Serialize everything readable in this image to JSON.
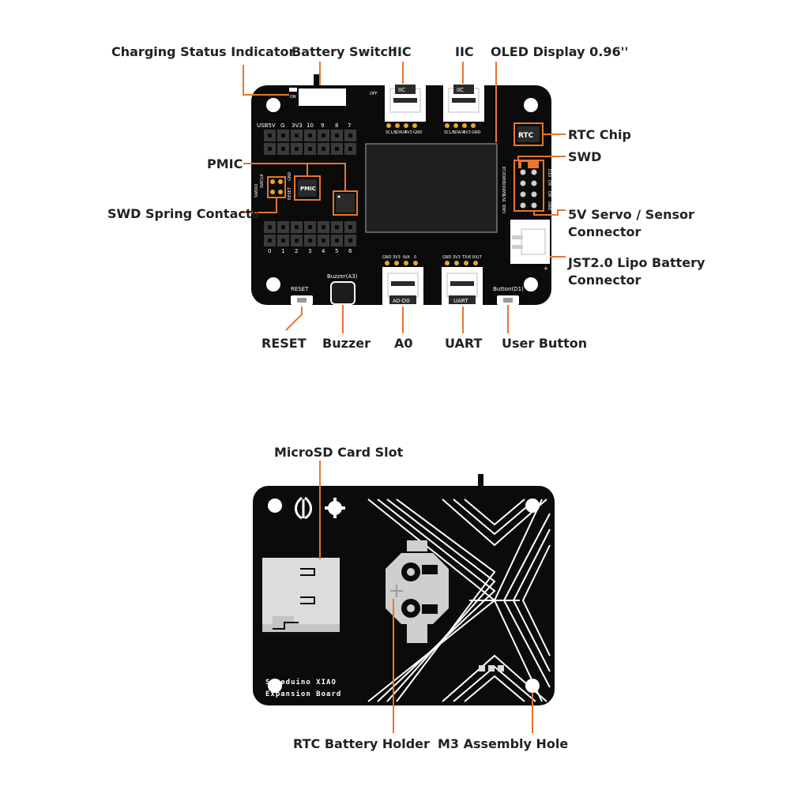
{
  "colors": {
    "accent": "#E8762D",
    "board": "#0B0B0B",
    "silkscreen": "#FFFFFF"
  },
  "front": {
    "labels": {
      "charging_status": "Charging Status Indicator",
      "battery_switch": "Battery Switch",
      "iic_left": "IIC",
      "iic_right": "IIC",
      "oled": "OLED Display 0.96''",
      "rtc_chip": "RTC Chip",
      "swd": "SWD",
      "servo_line1": "5V Servo / Sensor",
      "servo_line2": "Connector",
      "jst_line1": "JST2.0 Lipo Battery",
      "jst_line2": "Connector",
      "pmic": "PMIC",
      "swd_spring": "SWD Spring Contacts",
      "reset": "RESET",
      "buzzer": "Buzzer",
      "a0": "A0",
      "uart": "UART",
      "user_button": "User Button"
    },
    "silk": {
      "on": "ON",
      "off": "OFF",
      "header_top": [
        "USB5V",
        "G",
        "3V3",
        "10",
        "9",
        "8",
        "7"
      ],
      "header_bottom": [
        "0",
        "1",
        "2",
        "3",
        "4",
        "5",
        "6"
      ],
      "iic_tag": "IIC",
      "iic_pins": [
        "SCL/5",
        "SDA/4",
        "3V3",
        "GND"
      ],
      "a0_pins": [
        "GND",
        "3V3",
        "N/A",
        "0"
      ],
      "a0_tag": "A0-D0",
      "uart_pins": [
        "GND",
        "3V3",
        "TX/6",
        "RX/7"
      ],
      "uart_tag": "UART",
      "pmic_chip": "PMIC",
      "rtc_chip": "RTC",
      "reset": "RESET",
      "buzzer": "Buzzer(A3)",
      "button": "Button(D1)",
      "spring_labels": [
        "SWDIO",
        "SWCLK",
        "RESET",
        "GND"
      ],
      "swd_left": [
        "SWDCLK",
        "SWDIO",
        "3V3",
        "GND"
      ],
      "swd_right": [
        "D10",
        "D9",
        "D8",
        "GND"
      ],
      "plus": "+"
    }
  },
  "back": {
    "labels": {
      "microsd": "MicroSD Card Slot",
      "rtc_holder": "RTC Battery Holder",
      "m3_hole": "M3 Assembly Hole"
    },
    "silk": {
      "board_name_1": "Seeeduino XIAO",
      "board_name_2": "Expansion Board"
    }
  }
}
